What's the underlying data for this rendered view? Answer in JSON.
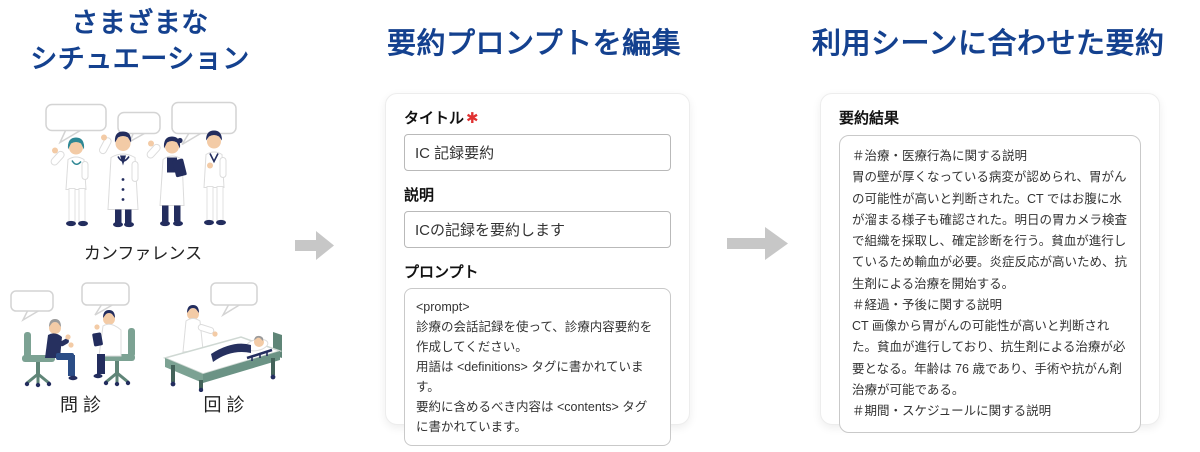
{
  "colors": {
    "accent_blue": "#14418f",
    "arrow_gray": "#c7c7c7",
    "navy": "#232d5e",
    "teal": "#2e8794",
    "sage_green": "#7ca293",
    "denim": "#2b4d86",
    "required_red": "#e03131"
  },
  "left": {
    "title": "さまざまな\nシチュエーション",
    "scenes": [
      {
        "label": "カンファレンス"
      },
      {
        "label": "問 診"
      },
      {
        "label": "回 診"
      }
    ]
  },
  "middle": {
    "title": "要約プロンプトを編集",
    "card": {
      "title_label": "タイトル",
      "required_mark": "✱",
      "title_value": "IC 記録要約",
      "description_label": "説明",
      "description_value": "ICの記録を要約します",
      "prompt_label": "プロンプト",
      "prompt_value": "<prompt>\n診療の会話記録を使って、診療内容要約を作成してください。\n用語は <definitions> タグに書かれています。\n要約に含めるべき内容は <contents> タグに書かれています。"
    }
  },
  "right": {
    "title": "利用シーンに合わせた要約",
    "card": {
      "result_label": "要約結果",
      "result_value": "＃治療・医療行為に関する説明\n胃の壁が厚くなっている病変が認められ、胃がんの可能性が高いと判断された。CT ではお腹に水が溜まる様子も確認された。明日の胃カメラ検査で組織を採取し、確定診断を行う。貧血が進行しているため輸血が必要。炎症反応が高いため、抗生剤による治療を開始する。\n＃経過・予後に関する説明\nCT 画像から胃がんの可能性が高いと判断された。貧血が進行しており、抗生剤による治療が必要となる。年齢は 76 歳であり、手術や抗がん剤治療が可能である。\n＃期間・スケジュールに関する説明"
    }
  }
}
